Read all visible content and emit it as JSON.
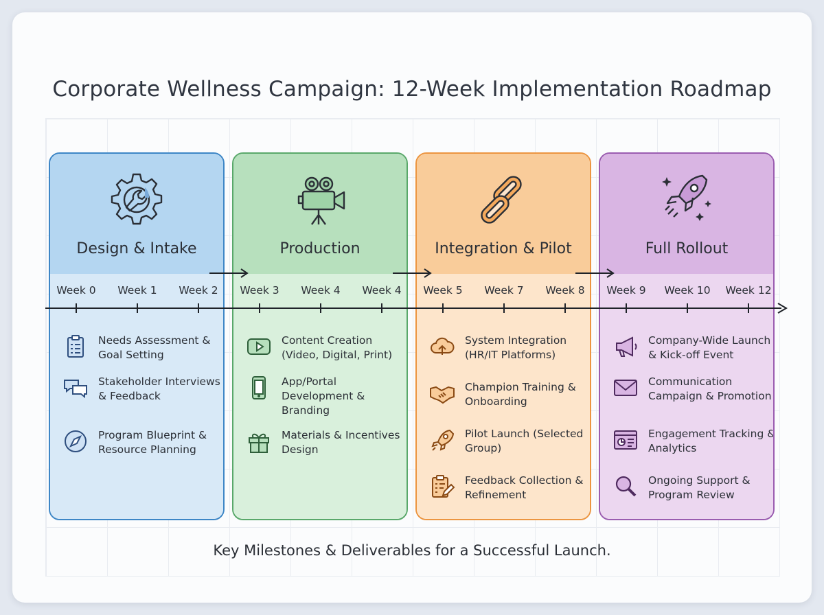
{
  "title": "Corporate Wellness Campaign: 12-Week Implementation Roadmap",
  "footer": "Key Milestones & Deliverables for a Successful Launch.",
  "weeks": [
    "Week 0",
    "Week 1",
    "Week 2",
    "Week 3",
    "Week 4",
    "Week 4",
    "Week 5",
    "Week 7",
    "Week 8",
    "Week 9",
    "Week 10",
    "Week 12"
  ],
  "colors": {
    "blue": "#3d86c6",
    "blue_head": "#b4d6f1",
    "blue_body": "#d8e9f7",
    "green": "#59a86a",
    "green_head": "#b7e0bd",
    "green_body": "#d9f0dc",
    "orange": "#ec9540",
    "orange_head": "#f9cc9a",
    "orange_body": "#fde5cb",
    "purple": "#9a5cb0",
    "purple_head": "#d9b5e3",
    "purple_body": "#ecd7f0"
  },
  "phases": [
    {
      "title": "Design & Intake",
      "icon": "gear-wrench-icon",
      "items": [
        {
          "icon": "clipboard-checklist-icon",
          "text": "Needs Assessment & Goal Setting"
        },
        {
          "icon": "chat-bubbles-icon",
          "text": "Stakeholder Interviews & Feedback"
        },
        {
          "icon": "compass-icon",
          "text": "Program Blueprint & Resource Planning"
        }
      ]
    },
    {
      "title": "Production",
      "icon": "film-camera-icon",
      "items": [
        {
          "icon": "video-play-icon",
          "text": "Content Creation (Video, Digital, Print)"
        },
        {
          "icon": "smartphone-icon",
          "text": "App/Portal Development & Branding"
        },
        {
          "icon": "gift-icon",
          "text": "Materials & Incentives Design"
        }
      ]
    },
    {
      "title": "Integration & Pilot",
      "icon": "chain-link-icon",
      "items": [
        {
          "icon": "cloud-upload-icon",
          "text": "System Integration (HR/IT Platforms)"
        },
        {
          "icon": "handshake-icon",
          "text": "Champion Training & Onboarding"
        },
        {
          "icon": "rocket-icon",
          "text": "Pilot Launch (Selected Group)"
        },
        {
          "icon": "clipboard-pencil-icon",
          "text": "Feedback Collection & Refinement"
        }
      ]
    },
    {
      "title": "Full Rollout",
      "icon": "rocket-sparkles-icon",
      "items": [
        {
          "icon": "megaphone-icon",
          "text": "Company-Wide Launch & Kick-off Event"
        },
        {
          "icon": "envelope-icon",
          "text": "Communication Campaign & Promotion"
        },
        {
          "icon": "analytics-dashboard-icon",
          "text": "Engagement Tracking & Analytics"
        },
        {
          "icon": "magnifier-icon",
          "text": "Ongoing Support & Program Review"
        }
      ]
    }
  ]
}
